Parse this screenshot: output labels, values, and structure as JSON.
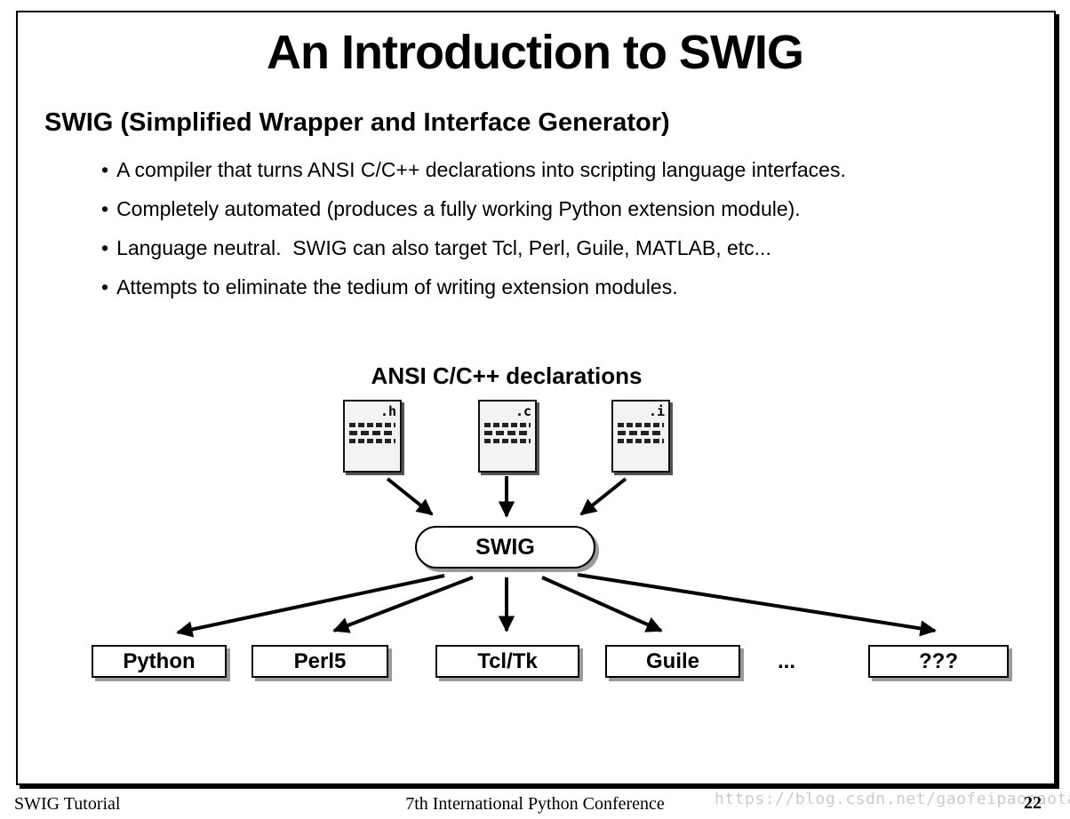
{
  "slide": {
    "title": "An Introduction to SWIG",
    "heading": "SWIG (Simplified Wrapper and Interface Generator)",
    "bullet_glyph": "•",
    "bullets": [
      "A compiler that turns ANSI C/C++ declarations into scripting language interfaces.",
      "Completely automated (produces a fully working Python extension module).",
      "Language neutral.  SWIG can also target Tcl, Perl, Guile, MATLAB, etc...",
      "Attempts to eliminate the tedium of writing extension modules."
    ],
    "diagram": {
      "input_label": "ANSI C/C++ declarations",
      "files": [
        {
          "label": ".h"
        },
        {
          "label": ".c"
        },
        {
          "label": ".i"
        }
      ],
      "hub_label": "SWIG",
      "targets": [
        {
          "label": "Python"
        },
        {
          "label": "Perl5"
        },
        {
          "label": "Tcl/Tk"
        },
        {
          "label": "Guile"
        },
        {
          "label": "???"
        }
      ],
      "ellipsis": "..."
    }
  },
  "footer": {
    "left": "SWIG Tutorial",
    "center": "7th International Python Conference",
    "page_number": "22",
    "watermark": "https://blog.csdn.net/gaofeipaopaotang"
  },
  "colors": {
    "ink": "#000000",
    "file_fill": "#f3f3f3",
    "box_fill": "#ffffff",
    "box_shadow": "#9a9a9a",
    "watermark_gray": "#c8cdc9"
  }
}
